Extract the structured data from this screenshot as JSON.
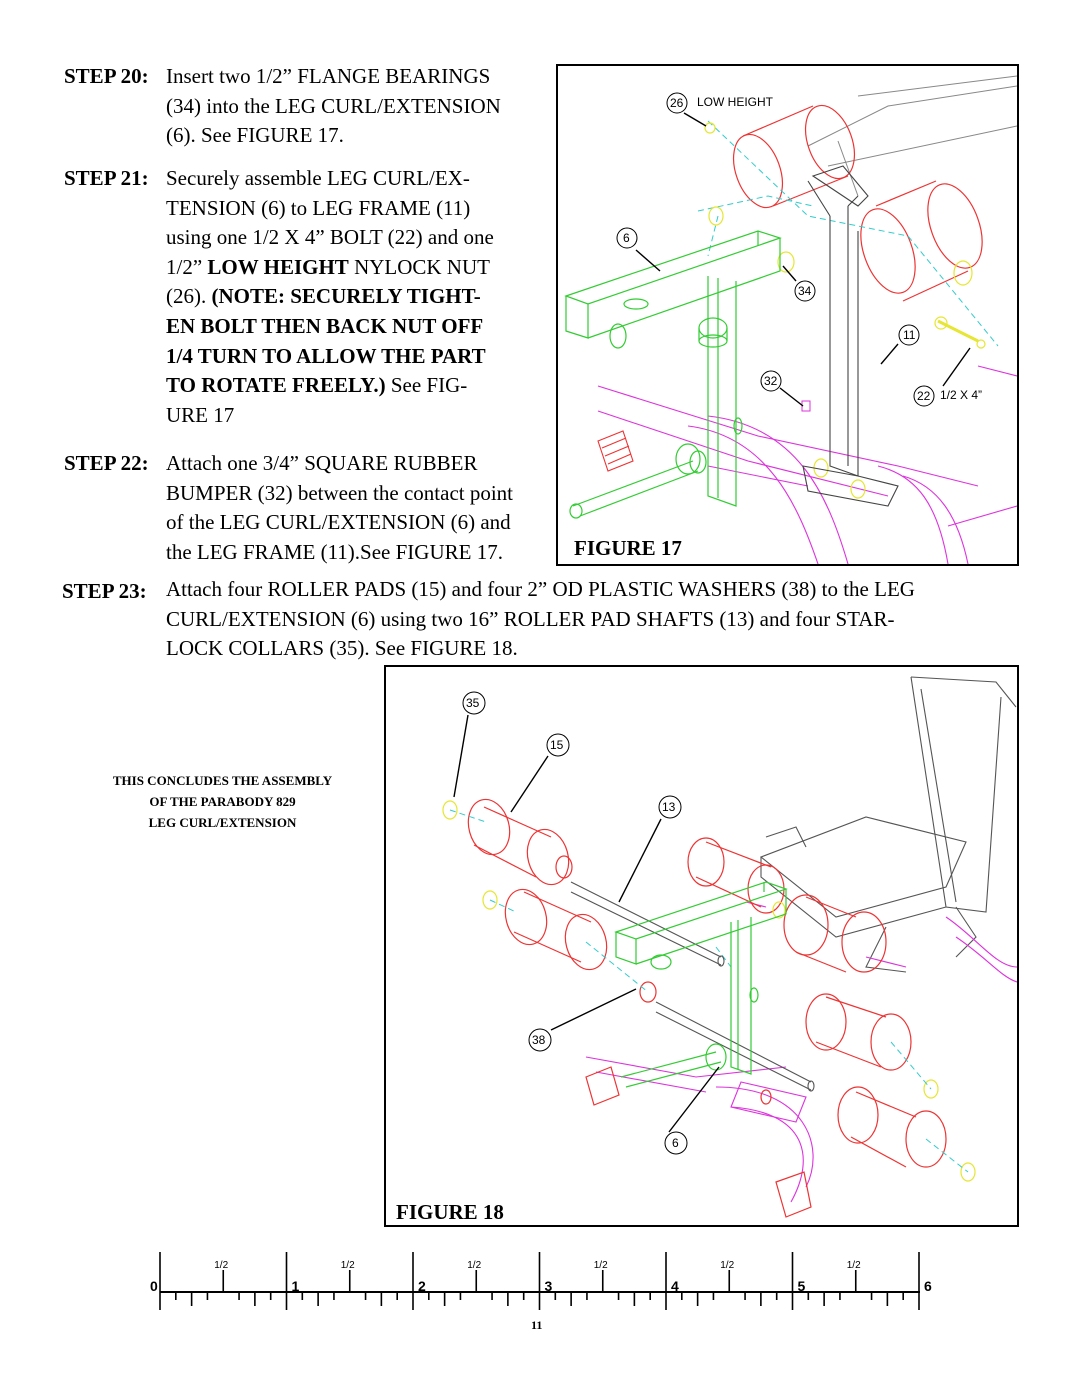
{
  "step20": {
    "label": "STEP 20:",
    "lines": [
      "Insert two 1/2” FLANGE BEARINGS",
      "(34) into the LEG CURL/EXTENSION",
      "(6). See FIGURE 17."
    ]
  },
  "step21": {
    "label": "STEP 21:",
    "line1": "Securely assemble LEG CURL/EX-",
    "line2": "TENSION (6) to LEG FRAME (11)",
    "line3": "using one 1/2 X 4” BOLT (22) and one",
    "line4_pre": "1/2”",
    "line4_bold": "LOW HEIGHT",
    "line4_post": "NYLOCK NUT",
    "line5_pre": "(26).",
    "line5_bold": "(NOTE: SECURELY TIGHT-",
    "line6": "EN BOLT THEN BACK NUT OFF",
    "line7": "1/4 TURN TO ALLOW THE PART",
    "line8_bold": "TO ROTATE FREELY.)",
    "line8_post": "See FIG-",
    "line9": "URE 17"
  },
  "step22": {
    "label": "STEP 22:",
    "lines": [
      "Attach one 3/4” SQUARE RUBBER",
      "BUMPER (32) between the contact point",
      "of the LEG CURL/EXTENSION (6) and",
      "the LEG FRAME (11).See FIGURE 17."
    ]
  },
  "step23": {
    "label": "STEP 23:",
    "lines": [
      "Attach four ROLLER PADS (15) and four 2” OD PLASTIC WASHERS (38)  to the LEG",
      "CURL/EXTENSION (6) using two 16” ROLLER PAD SHAFTS (13) and four STAR-",
      "LOCK COLLARS (35). See FIGURE 18."
    ]
  },
  "figure17": {
    "caption": "FIGURE 17",
    "callouts": {
      "c26": "26",
      "c26_text": "LOW HEIGHT",
      "c6": "6",
      "c34": "34",
      "c11": "11",
      "c32": "32",
      "c22": "22",
      "c22_text": "1/2 X 4”"
    }
  },
  "figure18": {
    "caption": "FIGURE 18",
    "callouts": {
      "c35": "35",
      "c15": "15",
      "c13": "13",
      "c38": "38",
      "c6": "6"
    }
  },
  "conclusion": {
    "lines": [
      "THIS CONCLUDES THE ASSEMBLY",
      "OF THE PARABODY 829",
      "LEG CURL/EXTENSION"
    ]
  },
  "ruler": {
    "inches": [
      "0",
      "1",
      "2",
      "3",
      "4",
      "5",
      "6"
    ],
    "half": "1/2"
  },
  "page_number": "11",
  "colors": {
    "frame_green": "#33cc33",
    "pad_red": "#ee3333",
    "base_magenta": "#dd33dd",
    "cyan_dash": "#33cccc",
    "yellow": "#e6e633"
  }
}
